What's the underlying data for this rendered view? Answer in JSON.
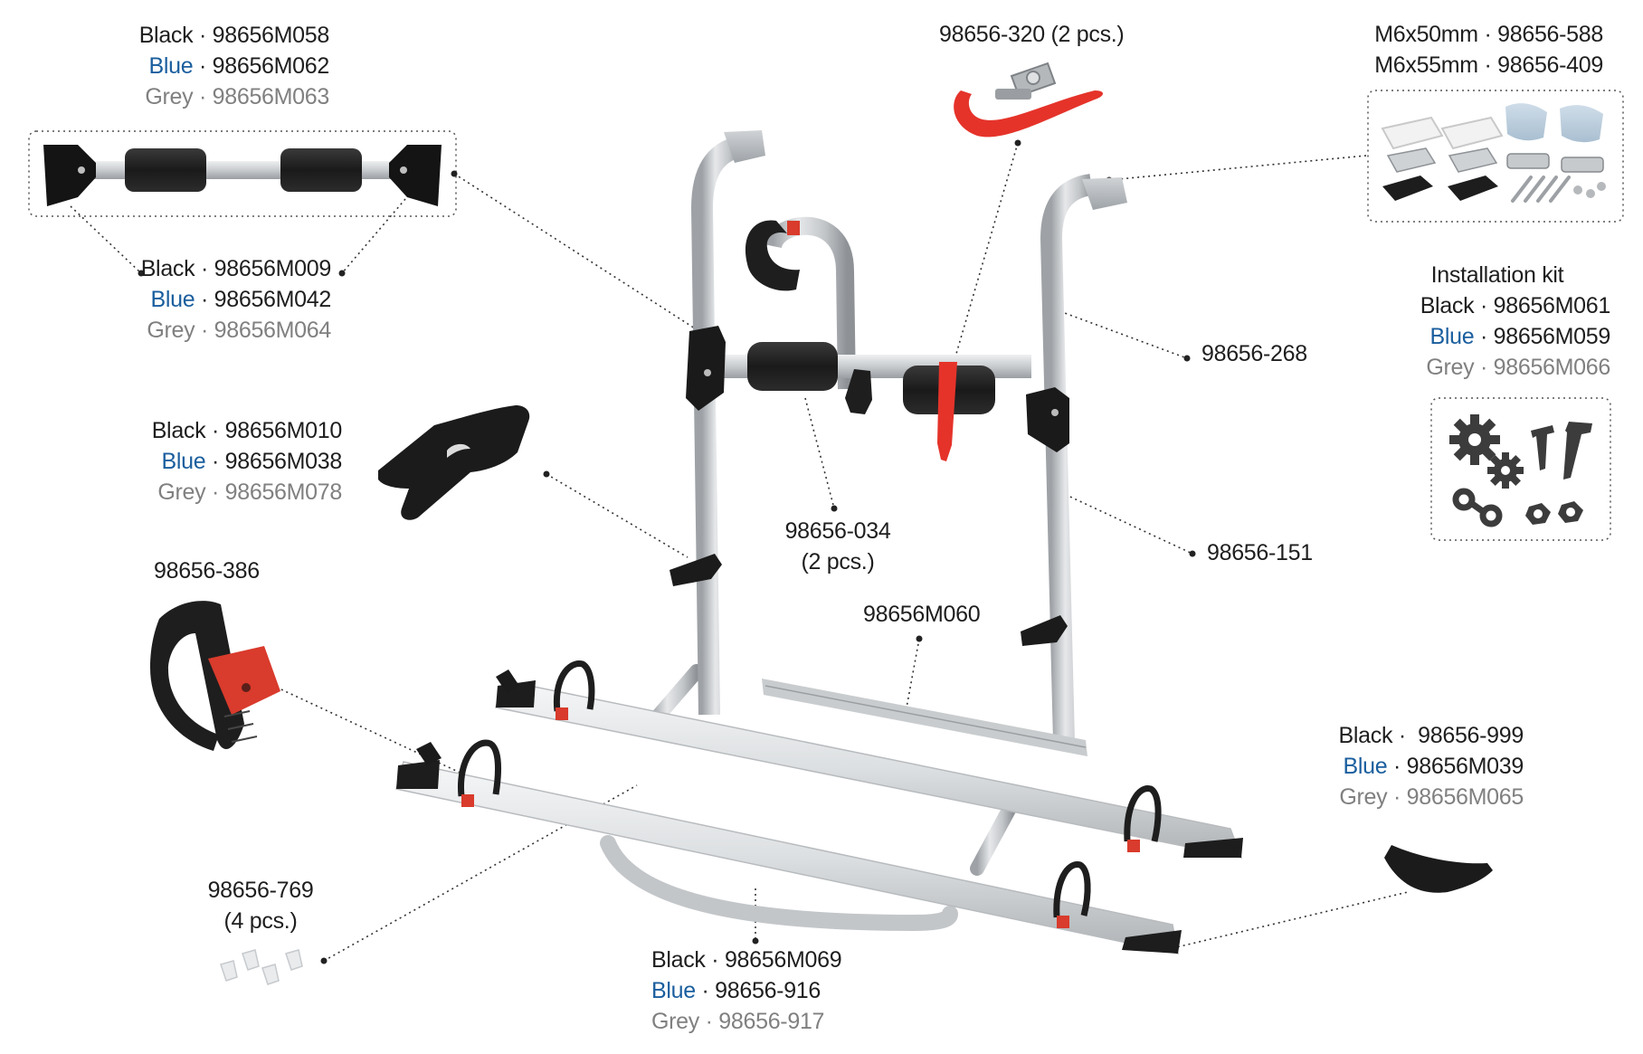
{
  "colors": {
    "black": "#1e1e1e",
    "blue": "#1a5e9e",
    "grey": "#808080",
    "frame": "#c9cbcd",
    "strap_red": "#e5332a",
    "pad": "#222222"
  },
  "labels": {
    "top_bar": {
      "black": "Black · 98656M058",
      "blue_word": "Blue",
      "blue_code": " · 98656M062",
      "grey": "Grey · 98656M063"
    },
    "bar_ends": {
      "black": "Black · 98656M009",
      "blue_word": "Blue",
      "blue_code": " · 98656M042",
      "grey": "Grey · 98656M064"
    },
    "wheel_holder": {
      "black": "Black · 98656M010",
      "blue_word": "Blue",
      "blue_code": " · 98656M038",
      "grey": "Grey · 98656M078"
    },
    "wheel_strap_code": "98656-386",
    "end_caps": {
      "code": "98656-769",
      "qty": "(4 pcs.)"
    },
    "lower_frame": {
      "black": "Black · 98656M069",
      "blue_word": "Blue",
      "blue_code": " · 98656-916",
      "grey": "Grey · 98656-917"
    },
    "rail_connector": "98656M060",
    "foam_pads": {
      "code": "98656-034",
      "qty": "(2 pcs.)"
    },
    "buckle_strap": "98656-320 (2 pcs.)",
    "screws": {
      "line1": "M6x50mm · 98656-588",
      "line2": "M6x55mm · 98656-409"
    },
    "upper_tube": "98656-268",
    "lower_tube": "98656-151",
    "installation_kit": {
      "title": "Installation kit",
      "black": "Black · 98656M061",
      "blue_word": "Blue",
      "blue_code": " · 98656M059",
      "grey": "Grey · 98656M066"
    },
    "rail_stopper": {
      "black": "Black ·  98656-999",
      "blue_word": "Blue",
      "blue_code": " · 98656M039",
      "grey": "Grey · 98656M065"
    }
  },
  "icons": [
    "bike-carrier-frame-illustration",
    "top-bar-part-illustration",
    "buckle-strap-illustration",
    "mounting-kit-parts-illustration",
    "wheel-holder-illustration",
    "wheel-strap-illustration",
    "end-caps-illustration",
    "gear-icon",
    "screw-icon",
    "chain-link-icon",
    "nut-icon",
    "rail-stopper-illustration"
  ]
}
